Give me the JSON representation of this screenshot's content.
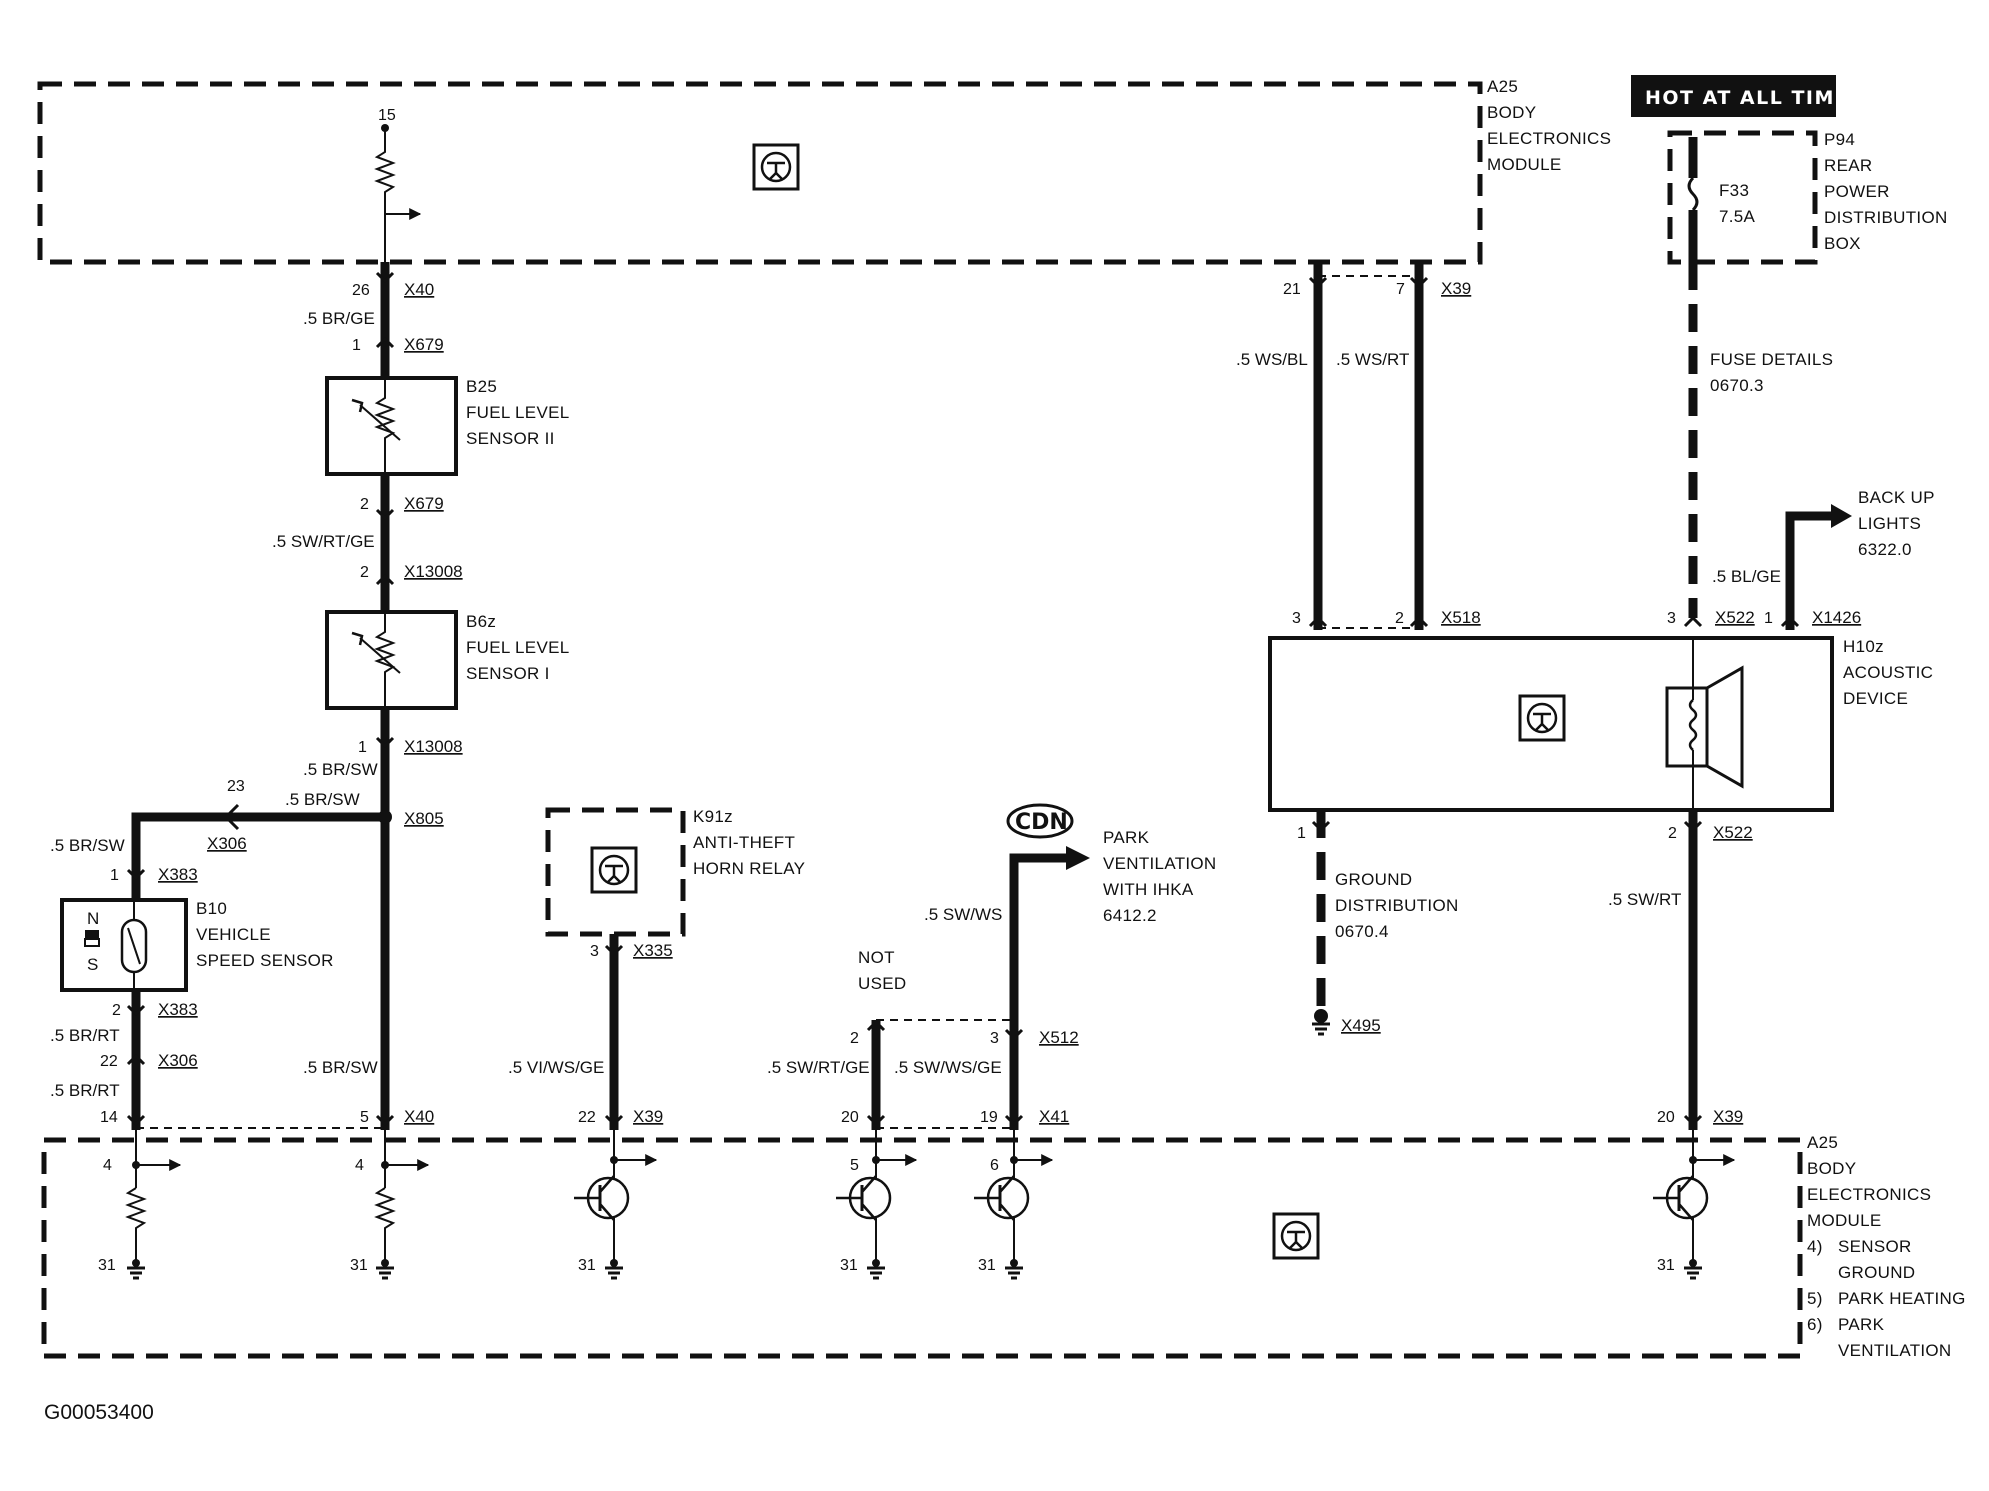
{
  "diagram_code": "G00053400",
  "hot_at_all_times": "HOT AT ALL TIMES",
  "a25_top": {
    "name": "A25",
    "lines": [
      "BODY",
      "ELECTRONICS",
      "MODULE"
    ]
  },
  "a25_bottom": {
    "name": "A25",
    "lines": [
      "BODY",
      "ELECTRONICS",
      "MODULE"
    ],
    "notes": [
      {
        "num": "4)",
        "line1": "SENSOR",
        "line2": "GROUND"
      },
      {
        "num": "5)",
        "line1": "PARK HEATING",
        "line2": ""
      },
      {
        "num": "6)",
        "line1": "PARK",
        "line2": "VENTILATION"
      }
    ]
  },
  "p94": {
    "name": "P94",
    "lines": [
      "REAR",
      "POWER",
      "DISTRIBUTION",
      "BOX"
    ],
    "fuse": "F33",
    "rating": "7.5A"
  },
  "fuse_details": {
    "line1": "FUSE DETAILS",
    "line2": "0670.3"
  },
  "b25": {
    "name": "B25",
    "line1": "FUEL LEVEL",
    "line2": "SENSOR II"
  },
  "b6z": {
    "name": "B6z",
    "line1": "FUEL LEVEL",
    "line2": "SENSOR I"
  },
  "b10": {
    "name": "B10",
    "line1": "VEHICLE",
    "line2": "SPEED SENSOR",
    "n": "N",
    "s": "S"
  },
  "k91z": {
    "name": "K91z",
    "line1": "ANTI-THEFT",
    "line2": "HORN RELAY"
  },
  "h10z": {
    "name": "H10z",
    "line1": "ACOUSTIC",
    "line2": "DEVICE"
  },
  "backup": {
    "line1": "BACK UP",
    "line2": "LIGHTS",
    "line3": "6322.0"
  },
  "park_vent": {
    "line1": "PARK",
    "line2": "VENTILATION",
    "line3": "WITH IHKA",
    "line4": "6412.2"
  },
  "cdn": "CDN",
  "not_used": {
    "line1": "NOT",
    "line2": "USED"
  },
  "ground_dist": {
    "line1": "GROUND",
    "line2": "DISTRIBUTION",
    "line3": "0670.4"
  },
  "connectors": {
    "x40_top": "X40",
    "x679_a": "X679",
    "x679_b": "X679",
    "x13008_a": "X13008",
    "x13008_b": "X13008",
    "x805": "X805",
    "x306_a": "X306",
    "x383_a": "X383",
    "x383_b": "X383",
    "x306_b": "X306",
    "x40_bot": "X40",
    "x335": "X335",
    "x39_a": "X39",
    "x512": "X512",
    "x41": "X41",
    "x39_top": "X39",
    "x518": "X518",
    "x522_a": "X522",
    "x1426": "X1426",
    "x522_b": "X522",
    "x495": "X495",
    "x39_b": "X39"
  },
  "wires": {
    "w1": ".5 BR/GE",
    "w2": ".5 SW/RT/GE",
    "w3": ".5 BR/SW",
    "w4": ".5 BR/SW",
    "w5": ".5 BR/SW",
    "w6": ".5 BR/RT",
    "w7": ".5 BR/RT",
    "w8": ".5 BR/SW",
    "w9": ".5 VI/WS/GE",
    "w10": ".5 SW/RT/GE",
    "w11": ".5 SW/WS/GE",
    "w12": ".5 SW/WS",
    "w13": ".5 WS/BL",
    "w14": ".5 WS/RT",
    "w15": ".5 BL/GE",
    "w16": ".5 SW/RT"
  },
  "pins": {
    "p15": "15",
    "p26": "26",
    "p1a": "1",
    "p2a": "2",
    "p2b": "2",
    "p1b": "1",
    "p23": "23",
    "p1c": "1",
    "p2c": "2",
    "p22a": "22",
    "p14": "14",
    "p5a": "5",
    "p3a": "3",
    "p22b": "22",
    "p2d": "2",
    "p20a": "20",
    "p3b": "3",
    "p19": "19",
    "p21": "21",
    "p7": "7",
    "p3c": "3",
    "p2e": "2",
    "p3d": "3",
    "p1d": "1",
    "p1e": "1",
    "p2f": "2",
    "p20b": "20",
    "p4a": "4",
    "p4b": "4",
    "p5b": "5",
    "p6": "6",
    "p31a": "31",
    "p31b": "31",
    "p31c": "31",
    "p31d": "31",
    "p31e": "31",
    "p31f": "31"
  }
}
